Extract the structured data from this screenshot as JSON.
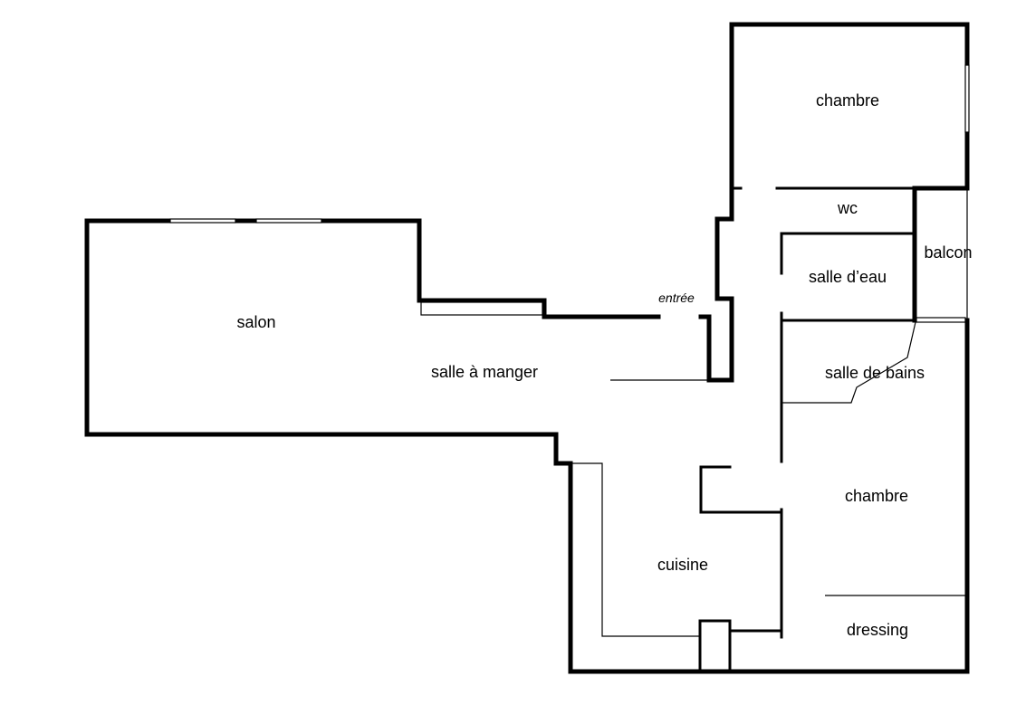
{
  "rooms": {
    "chambre_top": "chambre",
    "wc": "wc",
    "balcon": "balcon",
    "salle_eau": "salle d’eau",
    "salon": "salon",
    "entree": "entrée",
    "salle_manger": "salle à manger",
    "salle_bains": "salle de bains",
    "chambre_bottom": "chambre",
    "cuisine": "cuisine",
    "dressing": "dressing"
  },
  "colors": {
    "wall": "#000000",
    "background": "#ffffff"
  }
}
